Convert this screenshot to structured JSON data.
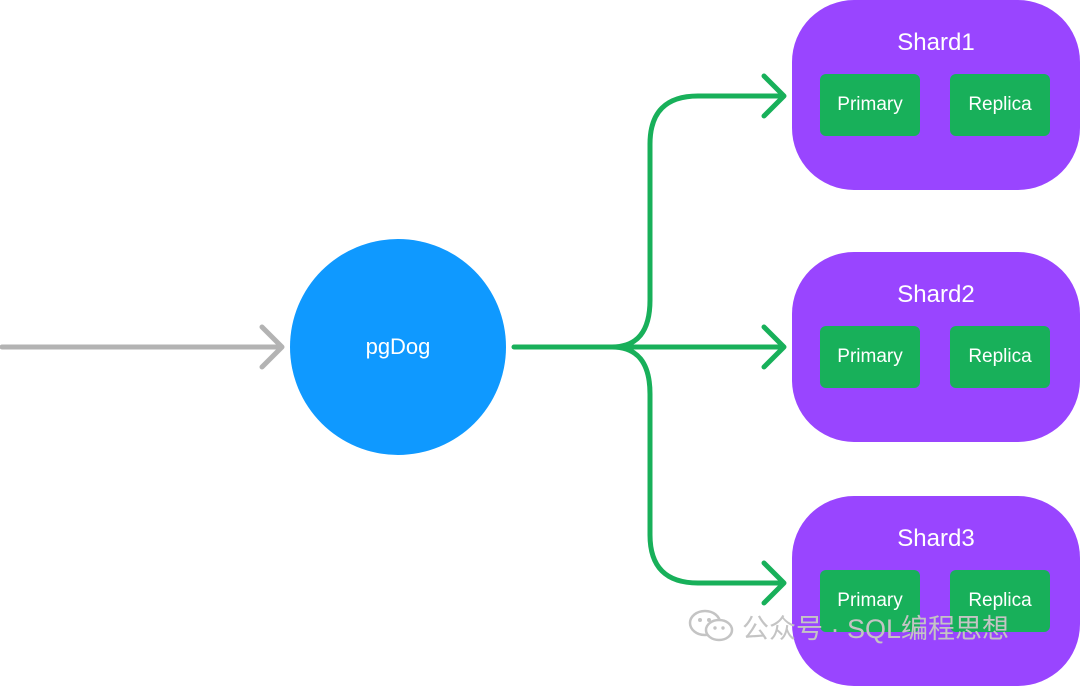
{
  "diagram": {
    "proxy": {
      "label": "pgDog",
      "color": "#0f99ff"
    },
    "shards": [
      {
        "title": "Shard1",
        "primary_label": "Primary",
        "replica_label": "Replica"
      },
      {
        "title": "Shard2",
        "primary_label": "Primary",
        "replica_label": "Replica"
      },
      {
        "title": "Shard3",
        "primary_label": "Primary",
        "replica_label": "Replica"
      }
    ],
    "colors": {
      "shard_fill": "#9945ff",
      "role_fill": "#18b05a",
      "route_line": "#18b05a",
      "input_line": "#b3b3b3"
    }
  },
  "watermark": {
    "text": "公众号 · SQL编程思想",
    "icon": "wechat-icon"
  }
}
